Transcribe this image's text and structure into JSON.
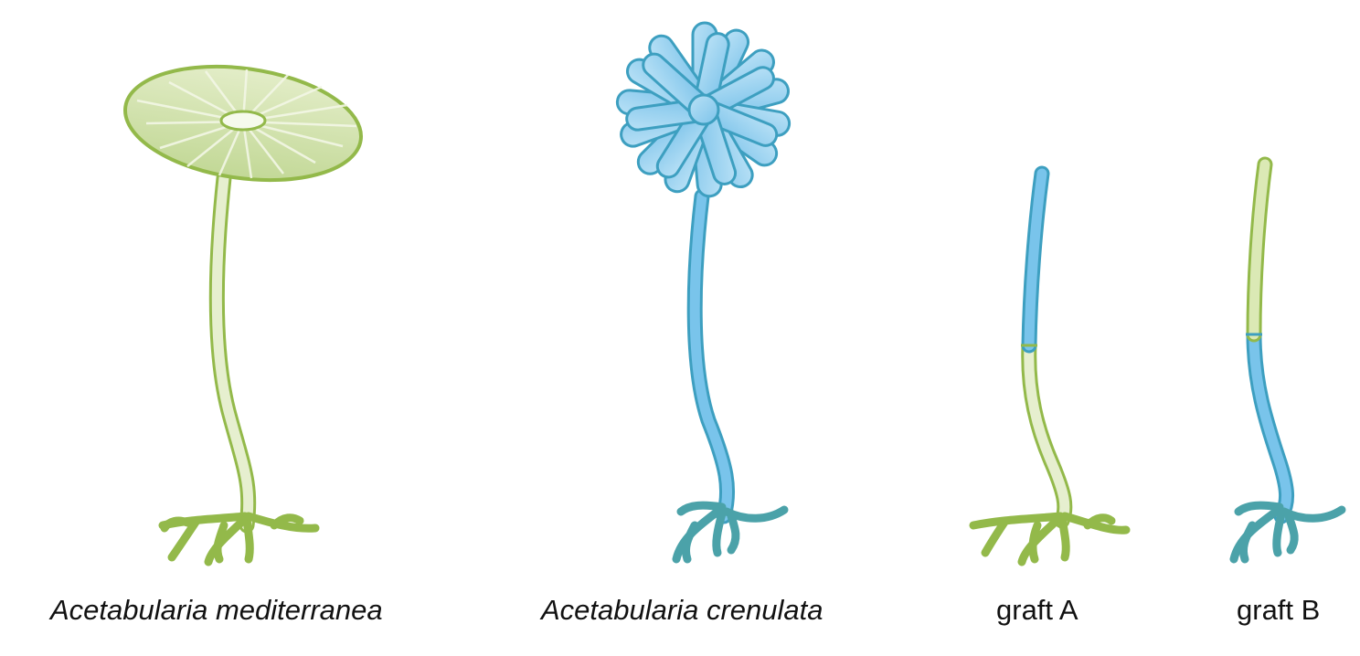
{
  "labels": {
    "med": "Acetabularia mediterranea",
    "cren": "Acetabularia crenulata",
    "graftA": "graft A",
    "graftB": "graft B"
  },
  "colors": {
    "green_fill": "#dbe9b5",
    "green_stroke": "#93b94a",
    "blue_fill": "#79c4eb",
    "blue_stroke": "#3d9fc0",
    "rhizoid_green": "#93b94a",
    "rhizoid_teal": "#4ba2a9"
  }
}
